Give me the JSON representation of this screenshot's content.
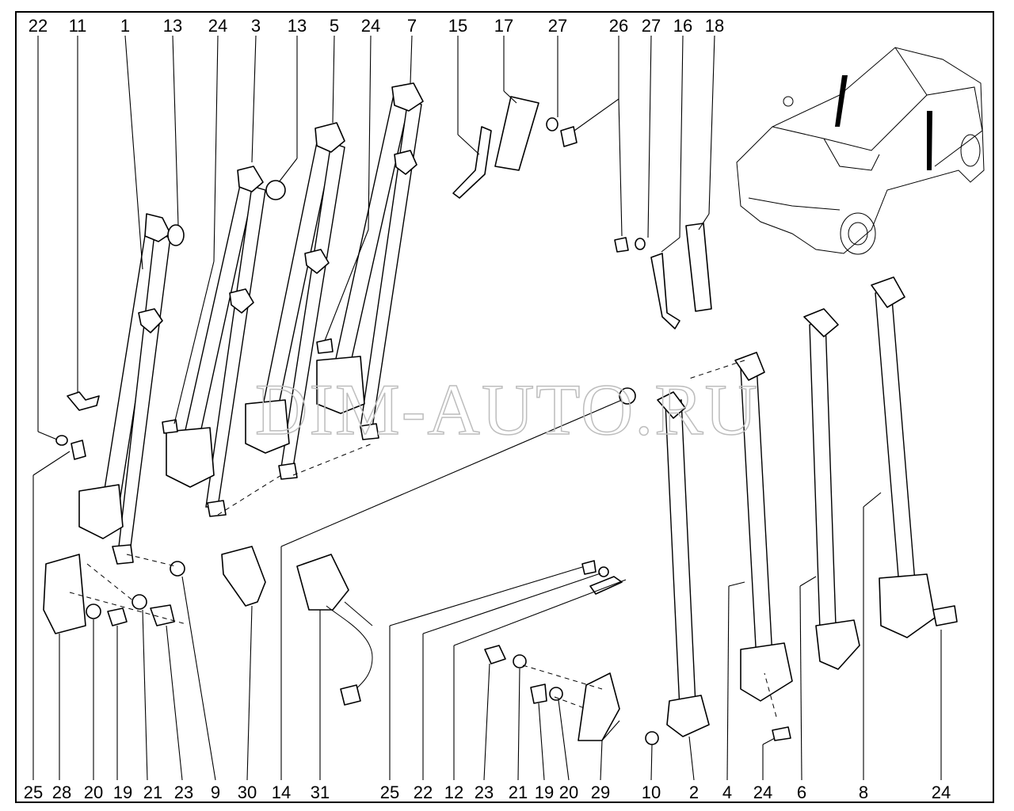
{
  "watermark": "DIM-AUTO.RU",
  "top_labels": [
    "22",
    "11",
    "1",
    "13",
    "24",
    "3",
    "13",
    "5",
    "24",
    "7",
    "15",
    "17",
    "27",
    "26",
    "27",
    "16",
    "18"
  ],
  "bottom_labels": [
    "25",
    "28",
    "20",
    "19",
    "21",
    "23",
    "9",
    "30",
    "14",
    "31",
    "25",
    "22",
    "12",
    "23",
    "21",
    "19",
    "20",
    "29",
    "10",
    "2",
    "4",
    "24",
    "6",
    "8",
    "24"
  ],
  "colors": {
    "line": "#000000",
    "watermark": "#bdbdbd",
    "background": "#ffffff"
  }
}
